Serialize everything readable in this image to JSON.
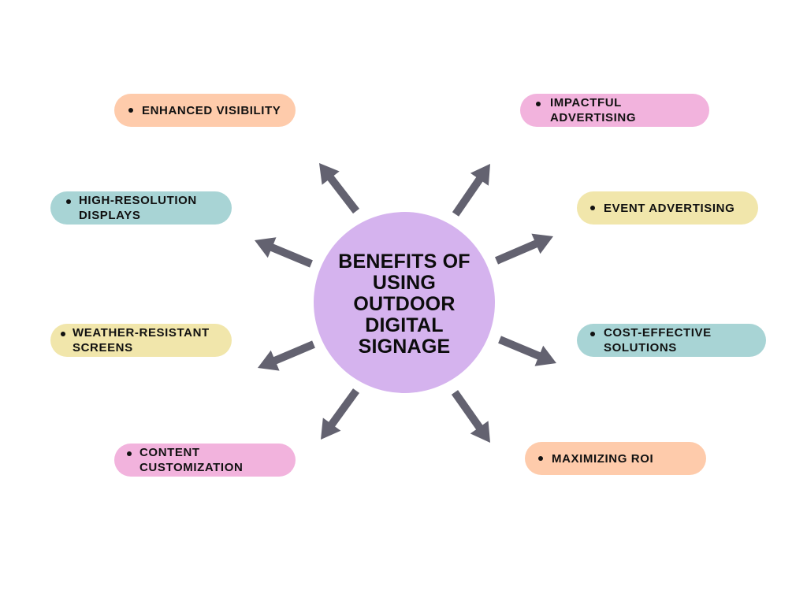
{
  "diagram": {
    "title": "BENEFITS OF USING OUTDOOR DIGITAL SIGNAGE",
    "hub_color": "#d5b3ee",
    "arrow_color": "#636270",
    "items": [
      {
        "id": "enhanced-visibility",
        "label": "ENHANCED VISIBILITY",
        "color": "#fecbab",
        "side": "left"
      },
      {
        "id": "high-resolution-displays",
        "label": "HIGH-RESOLUTION DISPLAYS",
        "color": "#a8d4d5",
        "side": "left"
      },
      {
        "id": "weather-resistant-screens",
        "label": "WEATHER-RESISTANT SCREENS",
        "color": "#f1e6ab",
        "side": "left"
      },
      {
        "id": "content-customization",
        "label": "CONTENT CUSTOMIZATION",
        "color": "#f2b3dd",
        "side": "left"
      },
      {
        "id": "impactful-advertising",
        "label": "IMPACTFUL ADVERTISING",
        "color": "#f2b3dd",
        "side": "right"
      },
      {
        "id": "event-advertising",
        "label": "EVENT ADVERTISING",
        "color": "#f1e6ab",
        "side": "right"
      },
      {
        "id": "cost-effective-solutions",
        "label": "COST-EFFECTIVE SOLUTIONS",
        "color": "#a8d4d5",
        "side": "right"
      },
      {
        "id": "maximizing-roi",
        "label": "MAXIMIZING ROI",
        "color": "#fecbab",
        "side": "right"
      }
    ]
  }
}
